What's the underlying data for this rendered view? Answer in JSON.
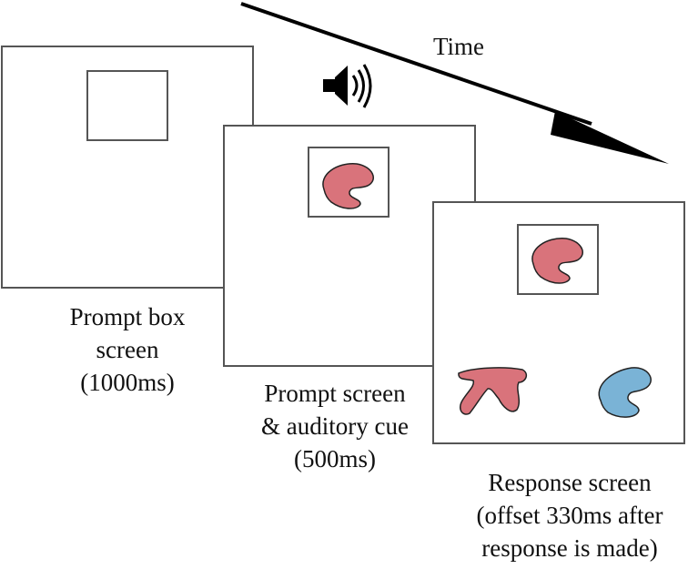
{
  "time_label": "Time",
  "colors": {
    "frame": "#555555",
    "red_shape": "#d9737b",
    "blue_shape": "#7ab3d6",
    "outline": "#222222",
    "arrow": "#000000"
  },
  "screens": [
    {
      "id": "prompt-box-screen",
      "caption": [
        "Prompt box",
        "screen",
        "(1000ms)"
      ]
    },
    {
      "id": "prompt-screen",
      "caption": [
        "Prompt screen",
        "& auditory cue",
        "(500ms)"
      ]
    },
    {
      "id": "response-screen",
      "caption": [
        "Response screen",
        "(offset 330ms after",
        "response is made)"
      ]
    }
  ],
  "icons": {
    "speaker": "speaker-icon"
  }
}
